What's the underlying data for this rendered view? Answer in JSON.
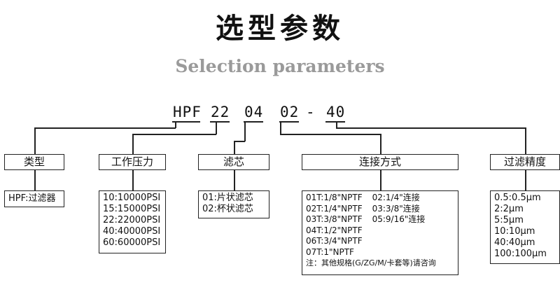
{
  "header": {
    "title": "选型参数",
    "subtitle": "Selection parameters"
  },
  "model_code": {
    "parts": [
      "HPF",
      "22",
      "04",
      "02",
      "40"
    ],
    "separator": "-"
  },
  "params": {
    "type": {
      "label": "类型",
      "options": [
        "HPF:过滤器"
      ]
    },
    "pressure": {
      "label": "工作压力",
      "options": [
        "10:10000PSI",
        "15:15000PSI",
        "22:22000PSI",
        "40:40000PSI",
        "60:60000PSI"
      ]
    },
    "element": {
      "label": "滤芯",
      "options": [
        "01:片状滤芯",
        "02:杯状滤芯"
      ]
    },
    "connection": {
      "label": "连接方式",
      "col1": [
        "01T:1/8\"NPTF",
        "02T:1/4\"NPTF",
        "03T:3/8\"NPTF",
        "04T:1/2\"NPTF",
        "06T:3/4\"NPTF",
        "07T:1\"NPTF"
      ],
      "col2": [
        "02:1/4\"连接",
        "03:3/8\"连接",
        "05:9/16\"连接"
      ],
      "note": "注：其他规格(G/ZG/M/卡套等)请咨询"
    },
    "precision": {
      "label": "过滤精度",
      "options": [
        "0.5:0.5μm",
        "2:2μm",
        "5:5μm",
        "10:10μm",
        "40:40μm",
        "100:100μm"
      ]
    }
  }
}
